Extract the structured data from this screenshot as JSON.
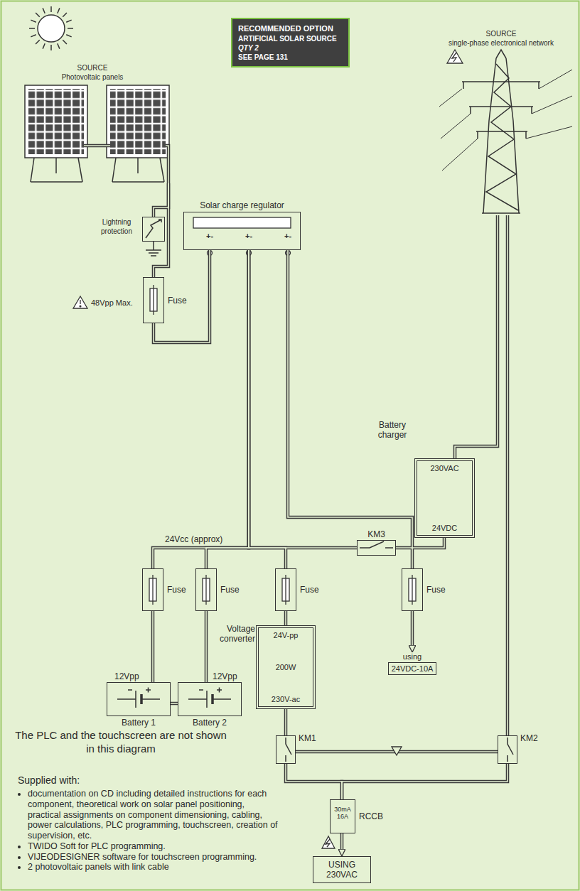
{
  "diagram": {
    "nodes": [
      {
        "text": [
          "RECOMMENDED OPTION",
          "ARTIFICIAL SOLAR SOURCE",
          "QTY 2",
          "SEE PAGE 131"
        ]
      },
      {
        "text": [
          "SOURCE",
          "Photovoltaic panels"
        ]
      },
      {
        "text": [
          "Lightning protection"
        ]
      },
      {
        "text": [
          "Fuse"
        ]
      },
      {
        "text": [
          "Solar charge regulator"
        ]
      },
      {
        "text": [
          "SOURCE",
          "single-phase electronical network"
        ]
      },
      {
        "text": [
          "Battery charger",
          "230VAC",
          "24VDC"
        ]
      },
      {
        "text": [
          "KM3"
        ]
      },
      {
        "text": [
          "Fuse"
        ]
      },
      {
        "text": [
          "Fuse"
        ]
      },
      {
        "text": [
          "Fuse"
        ]
      },
      {
        "text": [
          "Fuse"
        ]
      },
      {
        "text": [
          "12Vpp",
          "Battery 1"
        ]
      },
      {
        "text": [
          "12Vpp",
          "Battery 2"
        ]
      },
      {
        "text": [
          "Voltage converter",
          "24V-pp",
          "200W",
          "230V-ac"
        ]
      },
      {
        "text": [
          "using",
          "24VDC-10A"
        ]
      },
      {
        "text": [
          "KM1"
        ]
      },
      {
        "text": [
          "KM2"
        ]
      },
      {
        "text": [
          "30mA 16A",
          "RCCB"
        ]
      },
      {
        "text": [
          "USING 230VAC"
        ]
      }
    ],
    "edges": [
      {
        "from": 1,
        "to": 2,
        "arrow": "none"
      },
      {
        "from": 1,
        "to": 3,
        "arrow": "none"
      },
      {
        "from": 3,
        "to": 4,
        "arrow": "none"
      },
      {
        "from": 4,
        "to": 8,
        "arrow": "none"
      },
      {
        "from": 4,
        "to": 9,
        "arrow": "none"
      },
      {
        "from": 4,
        "to": 10,
        "arrow": "none"
      },
      {
        "from": 4,
        "to": 7,
        "arrow": "none"
      },
      {
        "from": 4,
        "to": 11,
        "arrow": "none"
      },
      {
        "from": 7,
        "to": 6,
        "arrow": "none"
      },
      {
        "from": 6,
        "to": 5,
        "arrow": "none"
      },
      {
        "from": 8,
        "to": 12,
        "arrow": "none"
      },
      {
        "from": 9,
        "to": 13,
        "arrow": "none"
      },
      {
        "from": 12,
        "to": 13,
        "arrow": "none"
      },
      {
        "from": 10,
        "to": 14,
        "arrow": "none"
      },
      {
        "from": 11,
        "to": 15,
        "arrow": "to"
      },
      {
        "from": 14,
        "to": 16,
        "arrow": "none"
      },
      {
        "from": 5,
        "to": 17,
        "arrow": "none"
      },
      {
        "from": 16,
        "to": 17,
        "arrow": "none"
      },
      {
        "from": 16,
        "to": 18,
        "arrow": "none"
      },
      {
        "from": 17,
        "to": 18,
        "arrow": "none"
      },
      {
        "from": 18,
        "to": 19,
        "arrow": "to"
      }
    ],
    "labels": [
      "48Vpp Max.",
      "+-",
      "+-",
      "+-",
      "24Vcc (approx)",
      "The PLC and the touchscreen are not shown in this diagram",
      "Supplied with:",
      "documentation on CD including detailed instructions for each component, theoretical work on solar panel positioning, practical assignments on component dimensioning, cabling, power calculations, PLC programming, touchscreen, creation of supervision, etc.",
      "TWIDO Soft for PLC programming.",
      "VIJEODESIGNER software for touchscreen programming.",
      "2 photovoltaic panels with link cable"
    ]
  }
}
